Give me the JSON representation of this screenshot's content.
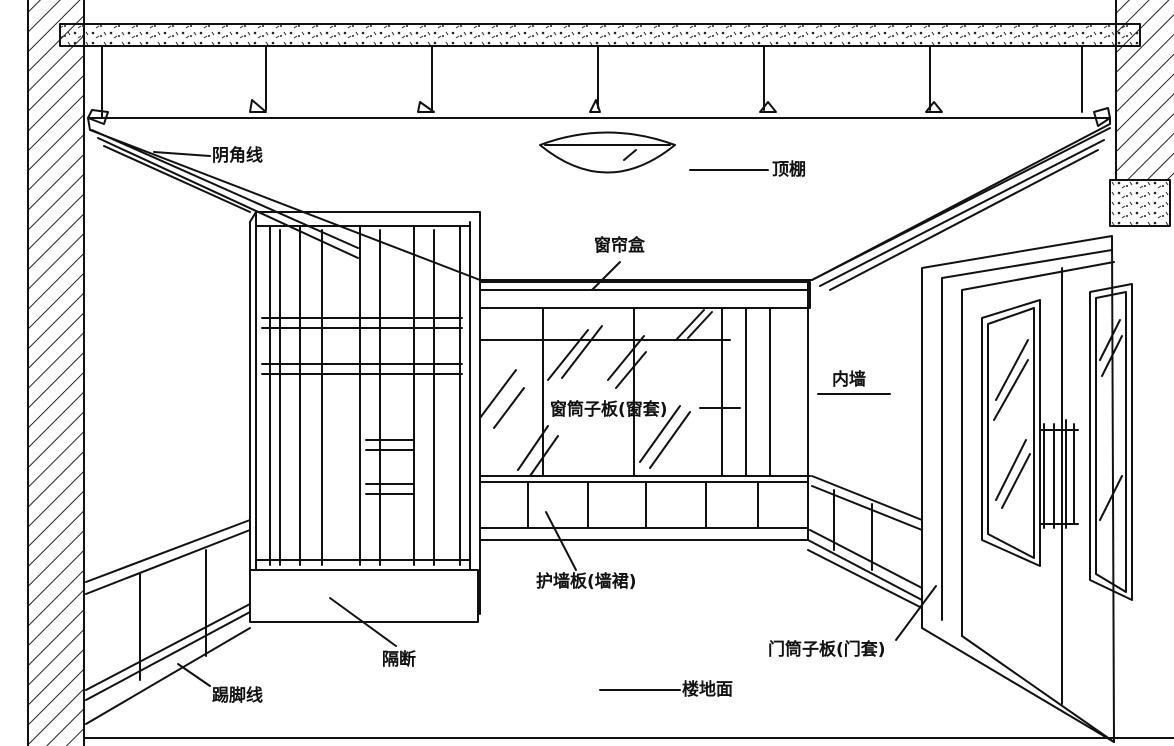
{
  "labels": {
    "yinjiaoxian": "阴角线",
    "dingpeng": "顶棚",
    "chuanglianhe": "窗帘盒",
    "neiqiang": "内墙",
    "chuangtongziban": "窗筒子板(窗套)",
    "huqiangban": "护墙板(墙裙)",
    "geduan": "隔断",
    "tijiaoxian": "踢脚线",
    "loudimian": "楼地面",
    "mentongziban": "门筒子板(门套)"
  },
  "colors": {
    "line": "#111111",
    "background": "#ffffff",
    "hatch": "#222222"
  }
}
